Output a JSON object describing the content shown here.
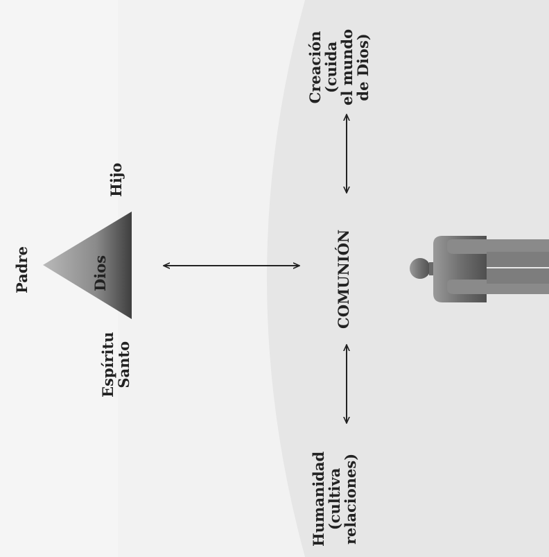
{
  "trinity": {
    "father": "Padre",
    "son": "Hijo",
    "god": "Dios",
    "spirit": [
      "Espíritu",
      "Santo"
    ]
  },
  "center_label": "COMUNIÓN",
  "creation": [
    "Creación",
    "(cuida",
    "el mundo",
    "de Dios)"
  ],
  "humanity": [
    "Humanidad",
    "(cultiva",
    "relaciones)"
  ]
}
